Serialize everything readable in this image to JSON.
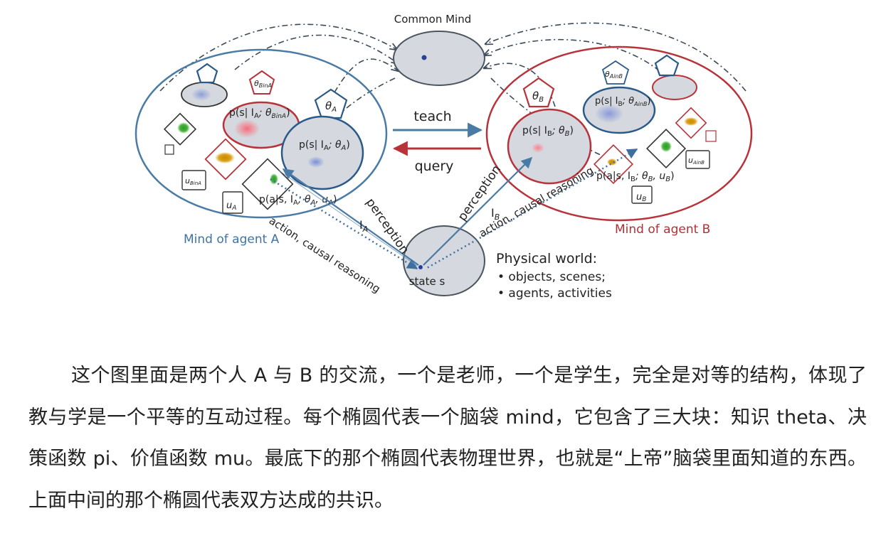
{
  "diagram": {
    "common_mind_label": "Common Mind",
    "teach_label": "teach",
    "query_label": "query",
    "mind_a_label": "Mind of agent A",
    "mind_b_label": "Mind of agent B",
    "physical_world": {
      "title": "Physical world:",
      "items": [
        "• objects, scenes;",
        "• agents, activities"
      ]
    },
    "state_label": "state s",
    "perception_label": "perception",
    "action_label": "action, causal reasoning",
    "I_A": "I",
    "I_A_sub": "A",
    "I_B": "I",
    "I_B_sub": "B",
    "theta_A": "θ",
    "theta_A_sub": "A",
    "theta_B": "θ",
    "theta_B_sub": "B",
    "theta_BinA": "θ",
    "theta_BinA_sub": "BinA",
    "theta_AinB": "θ",
    "theta_AinB_sub": "AinB",
    "u_A": "u",
    "u_A_sub": "A",
    "u_B": "u",
    "u_B_sub": "B",
    "u_BinA": "u",
    "u_BinA_sub": "BinA",
    "u_AinB": "u",
    "u_AinB_sub": "AinB",
    "p_s_IA_thetaBinA": "p(s| I",
    "p_s_IA_thetaBinA_rest": "; θ",
    "p_s_IA_thetaA": "p(s| I",
    "p_s_IB_thetaB": "p(s| I",
    "p_s_IB_thetaAinB": "p(s| I",
    "p_a_A": "p(a|s, I",
    "p_a_A_mid": "; θ",
    "p_a_A_end": ", u",
    "p_a_B": "p(a|s, I",
    "p_a_B_mid": "; θ",
    "p_a_B_end": ", u"
  },
  "article": {
    "paragraph": "这个图里面是两个人 A 与 B 的交流，一个是老师，一个是学生，完全是对等的结构，体现了教与学是一个平等的互动过程。每个椭圆代表一个脑袋 mind，它包含了三大块：知识 theta、决策函数 pi、价值函数 mu。最底下的那个椭圆代表物理世界，也就是“上帝”脑袋里面知道的东西。上面中间的那个椭圆代表双方达成的共识。"
  },
  "colors": {
    "blue_outline": "#4a7ba6",
    "red_outline": "#b8323a",
    "grey_fill": "#d5d8de",
    "text": "#222222",
    "blue_label": "#3f73a3",
    "red_label": "#b03035"
  }
}
